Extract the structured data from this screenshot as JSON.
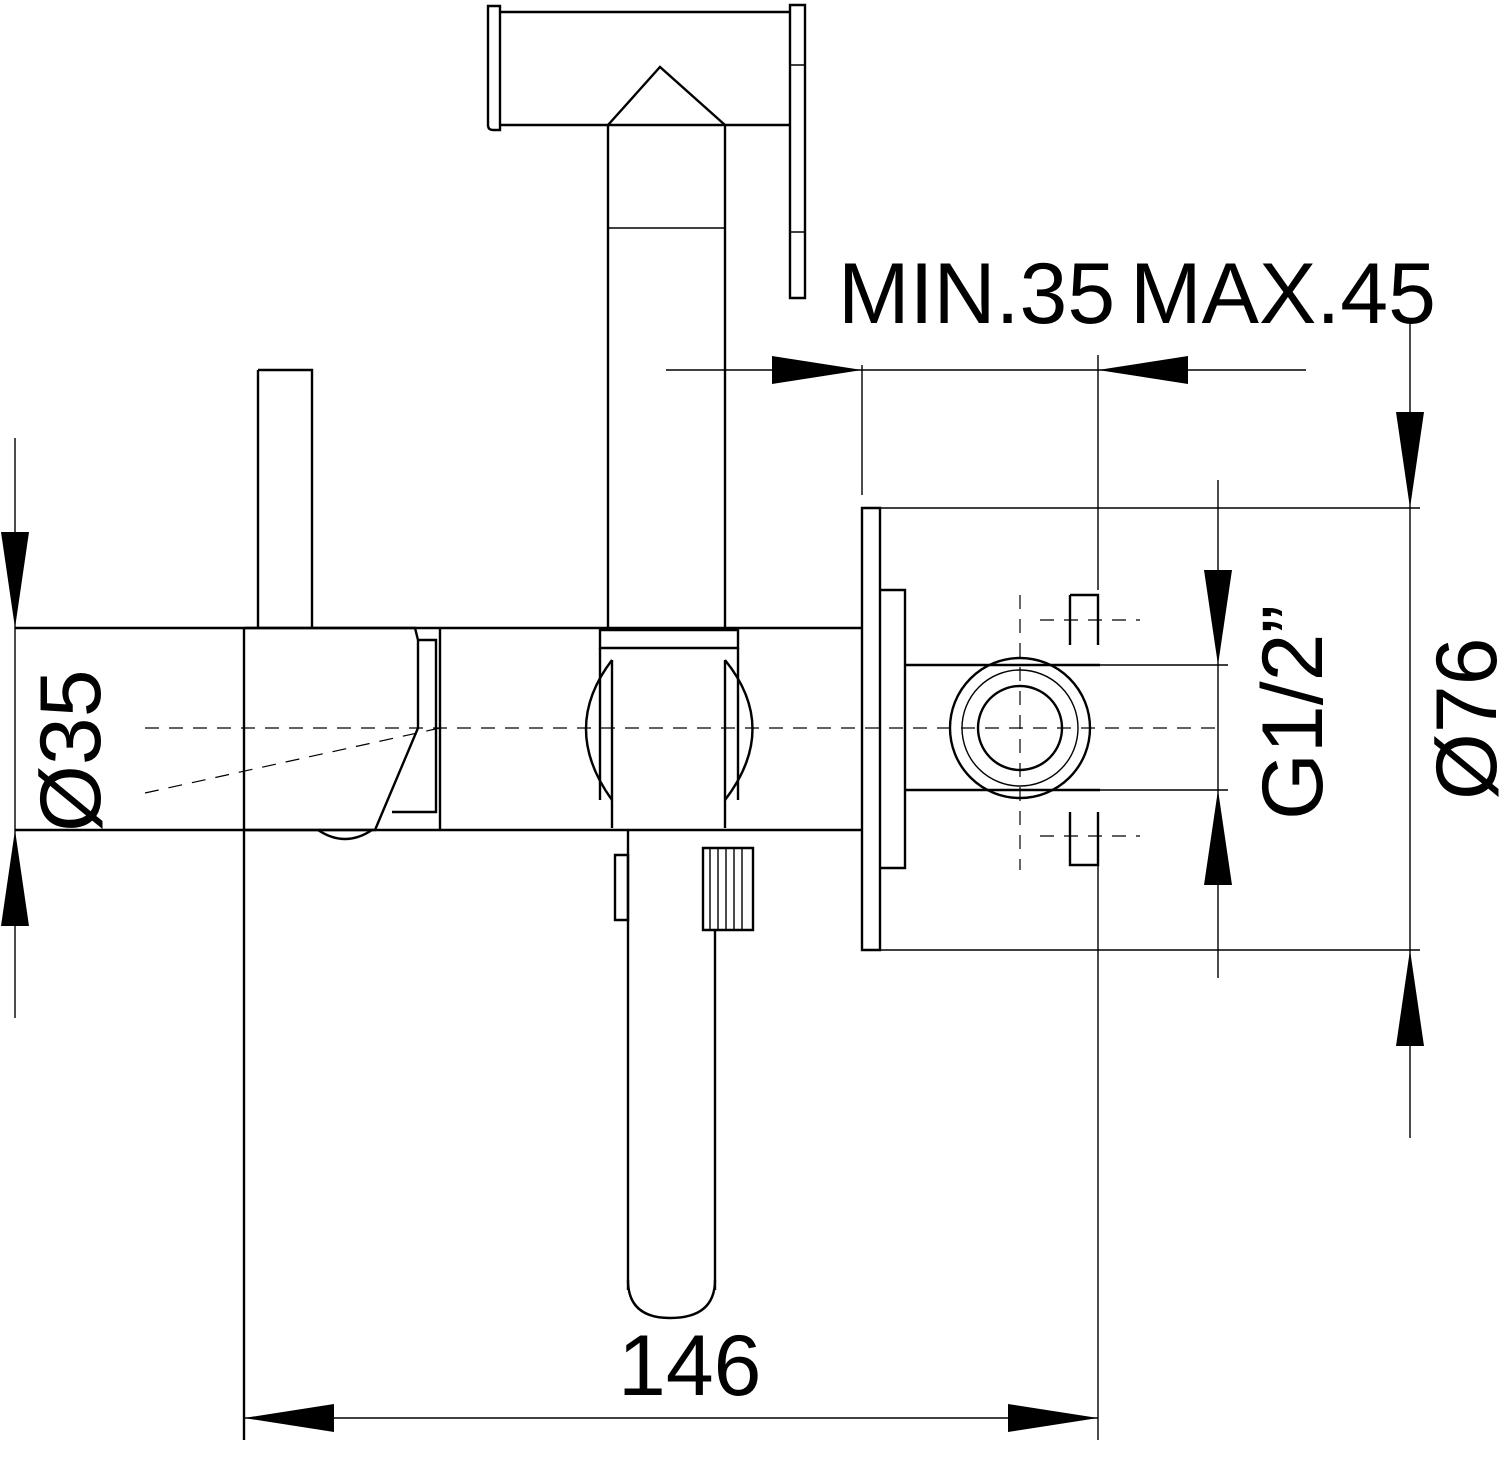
{
  "diagram": {
    "dimensions": {
      "min_depth": "MIN.35",
      "max_depth": "MAX.45",
      "lever_body_diameter": "Ø35",
      "connection_thread": "G1/2”",
      "rosette_diameter": "Ø76",
      "overall_length": "146"
    }
  }
}
